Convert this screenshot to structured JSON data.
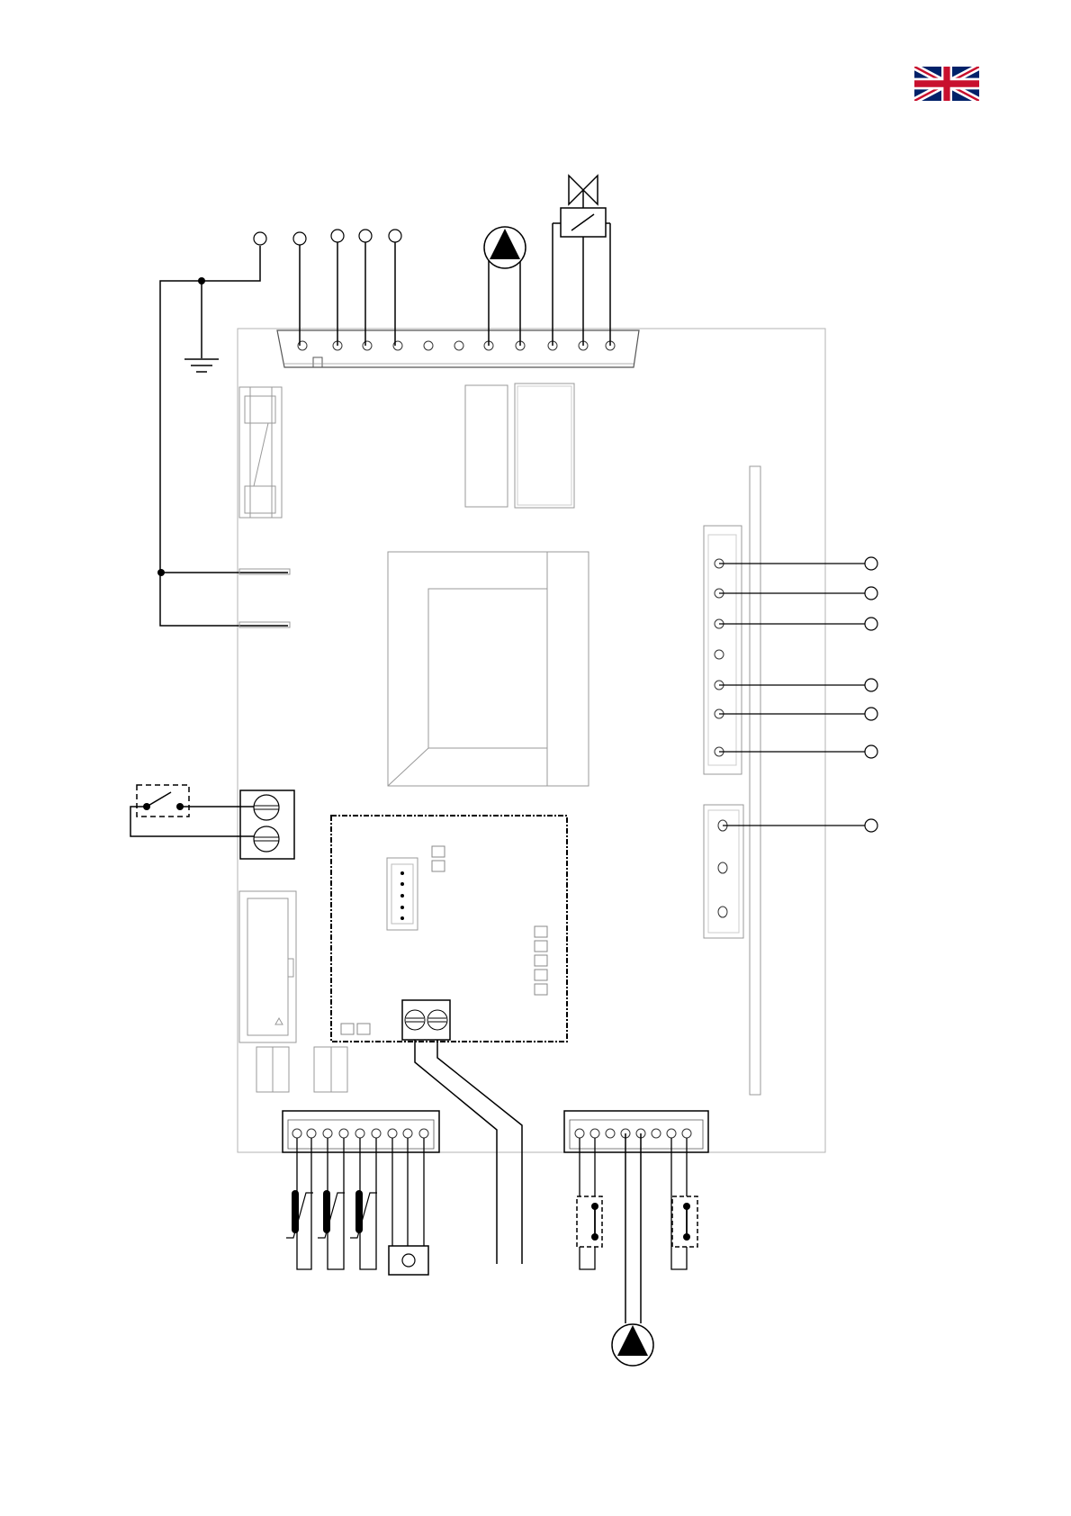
{
  "page": {
    "flag": {
      "icon": "uk-flag-icon",
      "colors": {
        "blue": "#012169",
        "red": "#C8102E",
        "white": "#FFFFFF"
      }
    }
  },
  "diagram": {
    "line_color": "#000000",
    "board_outline_color": "#b3b3b3",
    "components": {
      "top_connector_pins": 11,
      "bottom_left_connector_pins": 9,
      "bottom_right_connector_pins": 8,
      "right_connector_pins": 7,
      "right_small_connector_pins": 3
    },
    "icons": [
      "ground-icon",
      "pump-icon",
      "valve-icon",
      "switch-icon",
      "sensor-icon",
      "thermostat-icon",
      "terminal-block-icon",
      "transformer-icon"
    ]
  }
}
